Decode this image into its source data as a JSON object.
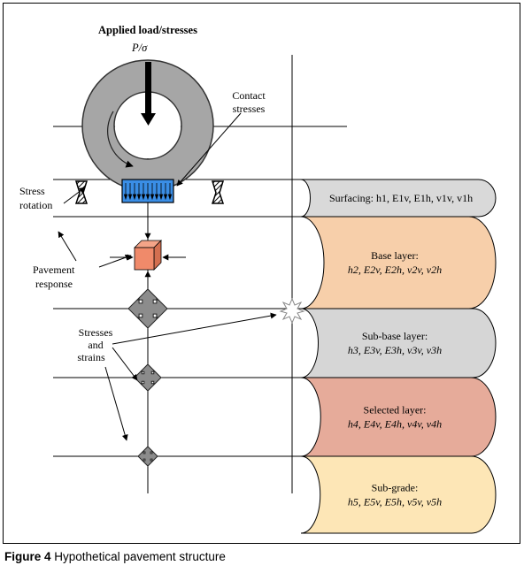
{
  "diagram": {
    "top_label": "Applied load/stresses",
    "load_symbol": "P/σ",
    "contact_label": [
      "Contact",
      "stresses"
    ],
    "stress_rotation_label": [
      "Stress",
      "rotation"
    ],
    "pavement_response_label": [
      "Pavement",
      "response"
    ],
    "stresses_strains_label": [
      "Stresses",
      "and",
      "strains"
    ],
    "layers": [
      {
        "name": "Surfacing:",
        "params": "h1, E1v, E1h, v1v, v1h",
        "color": "#d9d9d9"
      },
      {
        "name": "Base layer:",
        "params": "h2, E2v, E2h, v2v, v2h",
        "color": "#f7cfaa"
      },
      {
        "name": "Sub-base layer:",
        "params": "h3, E3v, E3h, v3v, v3h",
        "color": "#d6d6d6"
      },
      {
        "name": "Selected layer:",
        "params": "h4, E4v, E4h, v4v, v4h",
        "color": "#e6ab9a"
      },
      {
        "name": "Sub-grade:",
        "params": "h5, E5v, E5h, v5v, v5h",
        "color": "#fde6b6"
      }
    ],
    "colors": {
      "wheel": "#a6a6a6",
      "contact_patch": "#3a8ee6",
      "element_cube": "#f08a6a",
      "arrow_cross": "#8c8c8c"
    }
  },
  "caption": {
    "label": "Figure 4",
    "text": "Hypothetical pavement structure"
  }
}
